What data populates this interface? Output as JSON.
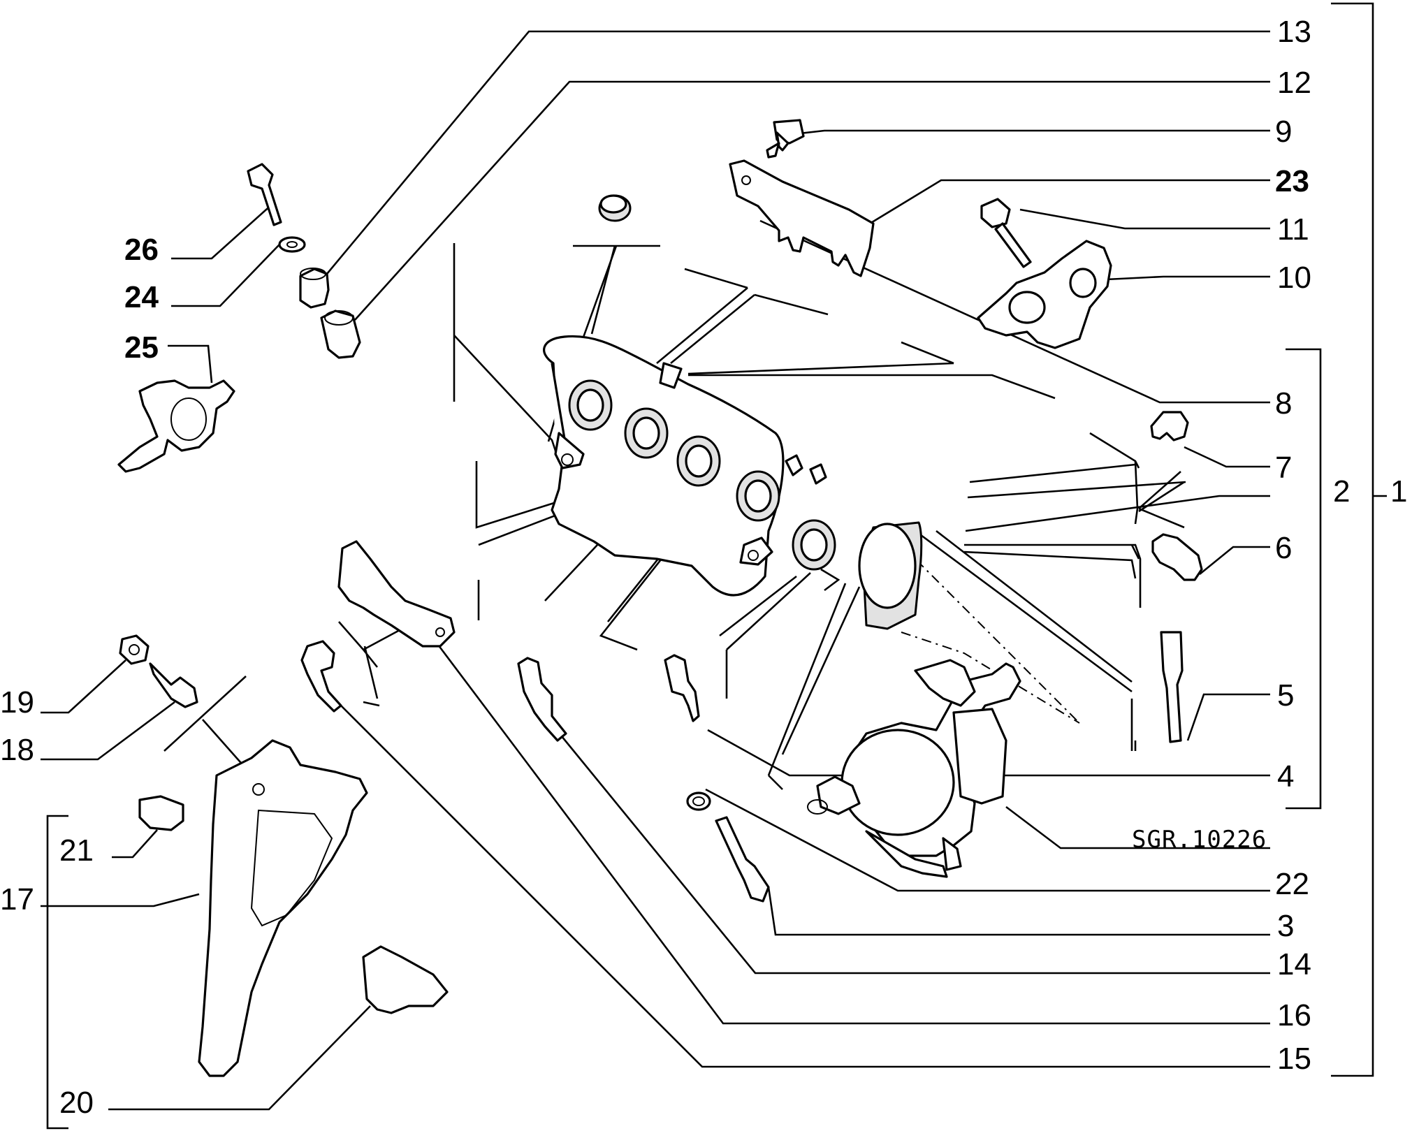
{
  "figure": {
    "drawing_code": "SGR.10226",
    "callouts": {
      "c1": "1",
      "c2": "2",
      "c3": "3",
      "c4": "4",
      "c5": "5",
      "c6": "6",
      "c7": "7",
      "c8": "8",
      "c9": "9",
      "c10": "10",
      "c11": "11",
      "c12": "12",
      "c13": "13",
      "c14": "14",
      "c15": "15",
      "c16": "16",
      "c17": "17",
      "c18": "18",
      "c19": "19",
      "c20": "20",
      "c21": "21",
      "c22": "22",
      "c23": "23",
      "c24": "24",
      "c25": "25",
      "c26": "26"
    }
  }
}
